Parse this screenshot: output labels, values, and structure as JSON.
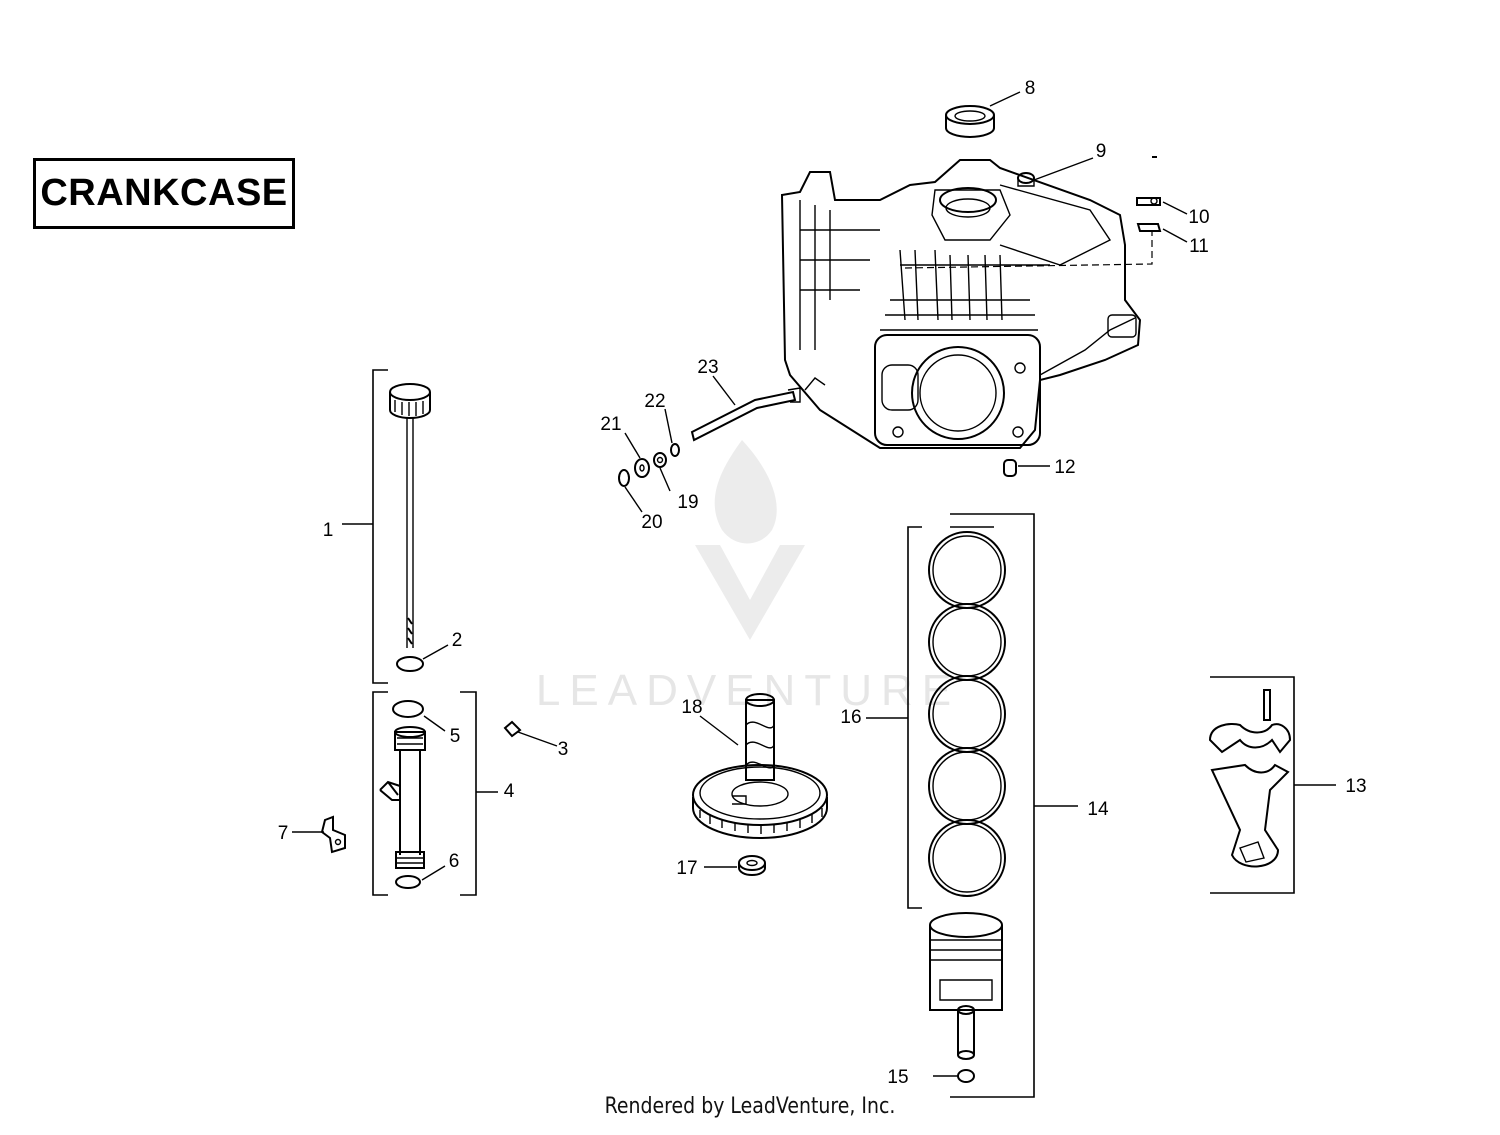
{
  "title": "CRANKCASE",
  "footer": "Rendered by LeadVenture, Inc.",
  "watermark": "LEADVENTURE",
  "callouts": [
    "1",
    "2",
    "3",
    "4",
    "5",
    "6",
    "7",
    "8",
    "9",
    "10",
    "11",
    "12",
    "13",
    "14",
    "15",
    "16",
    "17",
    "18",
    "19",
    "20",
    "21",
    "22",
    "23"
  ]
}
